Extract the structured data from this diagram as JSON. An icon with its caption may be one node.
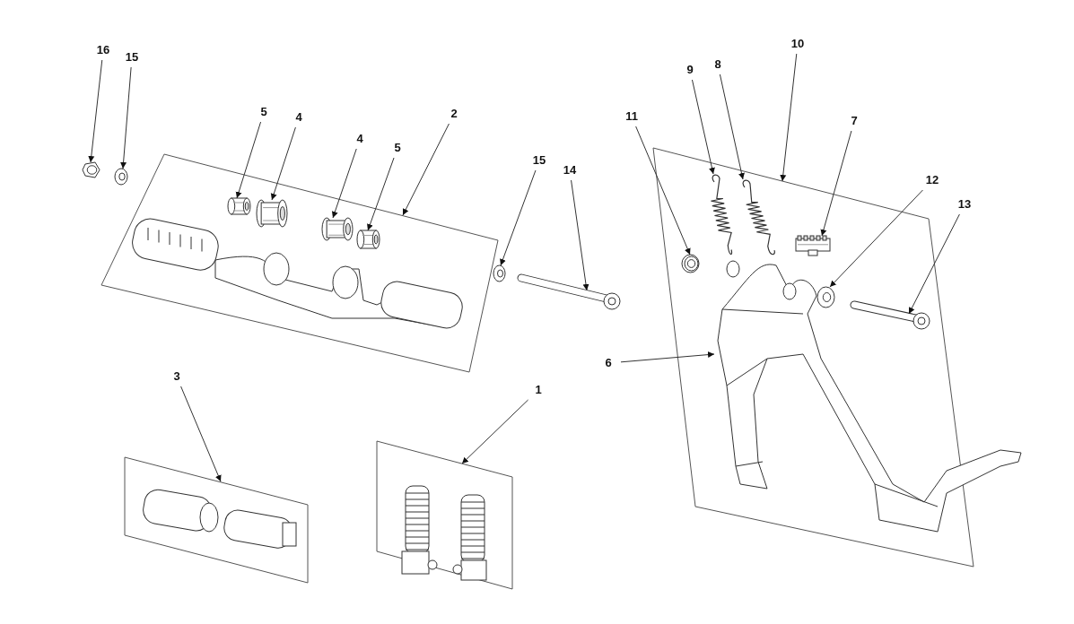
{
  "diagram": {
    "nodes": [
      {
        "text": [
          "16"
        ]
      },
      {
        "text": [
          "15"
        ]
      },
      {
        "text": [],
        "shape": "picture"
      },
      {
        "text": [],
        "shape": "picture"
      },
      {
        "text": [
          "10"
        ]
      },
      {
        "text": [
          "8"
        ]
      },
      {
        "text": [
          "9"
        ]
      },
      {
        "text": [
          "5"
        ]
      },
      {
        "text": [
          "2"
        ]
      },
      {
        "text": [
          "4"
        ]
      },
      {
        "text": [
          "11"
        ]
      },
      {
        "text": [
          "7"
        ]
      },
      {
        "text": [
          "4"
        ]
      },
      {
        "text": [
          "5"
        ]
      },
      {
        "text": [],
        "shape": "box"
      },
      {
        "text": [],
        "shape": "picture",
        "in": 14
      },
      {
        "text": [],
        "shape": "picture",
        "in": 14
      },
      {
        "text": [],
        "shape": "picture",
        "in": 14
      },
      {
        "text": [],
        "shape": "picture",
        "in": 14
      },
      {
        "text": [
          "15"
        ]
      },
      {
        "text": [
          "14"
        ]
      },
      {
        "text": [],
        "shape": "picture"
      },
      {
        "text": [],
        "shape": "picture"
      },
      {
        "text": [],
        "shape": "box"
      },
      {
        "text": [],
        "shape": "picture",
        "in": 23
      },
      {
        "text": [],
        "shape": "picture",
        "in": 23
      },
      {
        "text": [],
        "shape": "picture",
        "in": 23
      },
      {
        "text": [],
        "shape": "picture",
        "in": 23
      },
      {
        "text": [
          "12"
        ]
      },
      {
        "text": [
          "13"
        ]
      },
      {
        "text": [],
        "shape": "picture",
        "in": 23
      },
      {
        "text": [],
        "shape": "picture",
        "in": 23
      },
      {
        "text": [],
        "shape": "picture"
      },
      {
        "text": [
          "6"
        ]
      },
      {
        "text": [
          "3"
        ]
      },
      {
        "text": [
          "1"
        ]
      },
      {
        "text": [],
        "shape": "box"
      },
      {
        "text": [],
        "shape": "box"
      }
    ],
    "edges": [
      {
        "from": 0,
        "to": 2,
        "arrow": "to"
      },
      {
        "from": 1,
        "to": 3,
        "arrow": "to"
      },
      {
        "from": 7,
        "to": 15,
        "arrow": "to"
      },
      {
        "from": 9,
        "to": 16,
        "arrow": "to"
      },
      {
        "from": 12,
        "to": 17,
        "arrow": "to"
      },
      {
        "from": 13,
        "to": 18,
        "arrow": "to"
      },
      {
        "from": 8,
        "to": 14,
        "arrow": "to"
      },
      {
        "from": 19,
        "to": 21,
        "arrow": "to"
      },
      {
        "from": 20,
        "to": 22,
        "arrow": "to"
      },
      {
        "from": 10,
        "to": 26,
        "arrow": "to"
      },
      {
        "from": 6,
        "to": 24,
        "arrow": "to"
      },
      {
        "from": 5,
        "to": 25,
        "arrow": "to"
      },
      {
        "from": 4,
        "to": 23,
        "arrow": "to"
      },
      {
        "from": 11,
        "to": 27,
        "arrow": "to"
      },
      {
        "from": 28,
        "to": 30,
        "arrow": "to"
      },
      {
        "from": 29,
        "to": 31,
        "arrow": "to"
      },
      {
        "from": 33,
        "to": 32,
        "arrow": "to"
      },
      {
        "from": 34,
        "to": 36,
        "arrow": "to"
      },
      {
        "from": 35,
        "to": 37,
        "arrow": "to"
      }
    ]
  }
}
